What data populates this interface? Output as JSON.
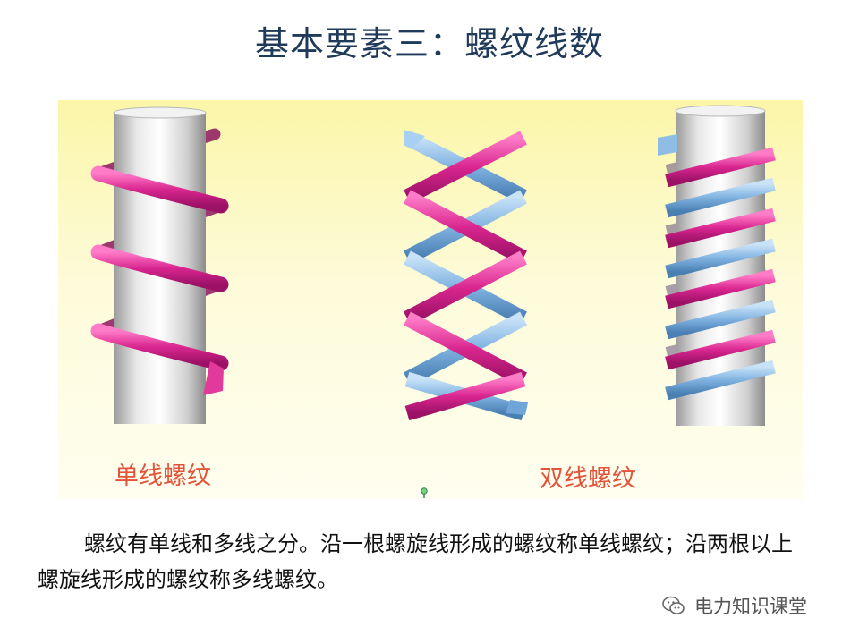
{
  "slide": {
    "title": "基本要素三：螺纹线数",
    "label_single": "单线螺纹",
    "label_double": "双线螺纹",
    "body_text": "螺纹有单线和多线之分。沿一根螺旋线形成的螺纹称单线螺纹；沿两根以上螺旋线形成的螺纹称多线螺纹。"
  },
  "watermark": {
    "icon": "wechat-icon",
    "text": "电力知识课堂"
  },
  "colors": {
    "title": "#1f3a5a",
    "label": "#e2543a",
    "helix_magenta": "#d9268f",
    "helix_blue": "#7fb2e0",
    "cylinder": "#d6d6d6",
    "panel": "#fbf6a8"
  }
}
